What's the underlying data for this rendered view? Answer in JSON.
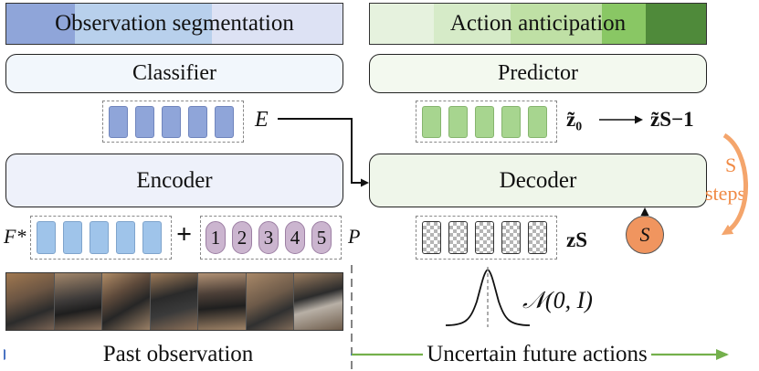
{
  "headers": {
    "observation_segmentation": "Observation segmentation",
    "action_anticipation": "Action anticipation"
  },
  "modules": {
    "classifier": "Classifier",
    "predictor": "Predictor",
    "encoder": "Encoder",
    "decoder": "Decoder"
  },
  "symbols": {
    "E": "E",
    "F_star": "F*",
    "plus": "+",
    "P": "P",
    "z0": "z̃₀",
    "zS1": "z̃S−1",
    "zS": "zS",
    "S": "S",
    "s_steps_1": "S",
    "s_steps_2": "steps",
    "normal": "𝒩(0, I)"
  },
  "position_ids": [
    "1",
    "2",
    "3",
    "4",
    "5"
  ],
  "bottom": {
    "past": "Past observation",
    "future": "Uncertain future actions"
  },
  "colors": {
    "blue_feature": "#9fc4ea",
    "blue_dark": "#8fa5d9",
    "green_feature": "#a7d58f",
    "pos_purple": "#cbb5cf",
    "s_orange": "#f0955f",
    "s_arrow": "#f4a56c",
    "arrow_blue": "#4a73c2",
    "arrow_green": "#74b04c"
  }
}
